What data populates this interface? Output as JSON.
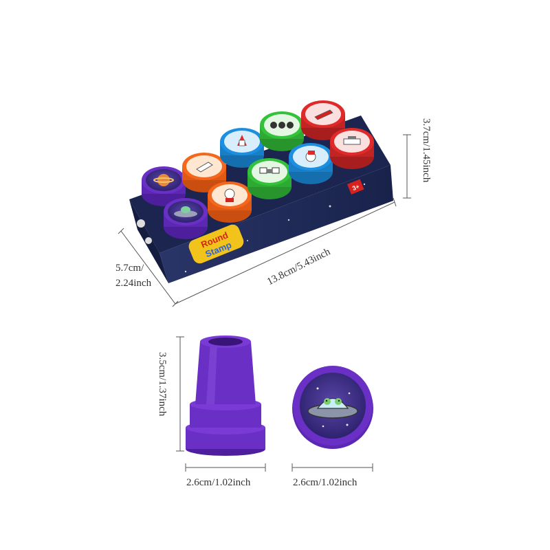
{
  "dimensions": {
    "box_length": "13.8cm/5.43inch",
    "box_width_cm": "5.7cm/",
    "box_width_in": "2.24inch",
    "box_height": "3.7cm/1.45inch",
    "stamp_height": "3.5cm/1.37inch",
    "stamp_diameter_side": "2.6cm/1.02inch",
    "stamp_diameter_top": "2.6cm/1.02inch"
  },
  "box_print": {
    "logo_line1": "Round",
    "logo_line2": "Stamp",
    "age_badge": "3+"
  },
  "colors": {
    "purple": "#6a2fc4",
    "orange": "#f4671c",
    "blue": "#1c8fe0",
    "green": "#34c23a",
    "red": "#e02a2a",
    "box_navy": "#1f2a52"
  },
  "stamps": [
    {
      "color": "purple",
      "icon": "planet-icon"
    },
    {
      "color": "purple",
      "icon": "ufo-icon"
    },
    {
      "color": "orange",
      "icon": "space-shuttle-icon"
    },
    {
      "color": "orange",
      "icon": "astronaut-icon"
    },
    {
      "color": "blue",
      "icon": "rocket-icon"
    },
    {
      "color": "green",
      "icon": "satellite-icon"
    },
    {
      "color": "green",
      "icon": "rover-icon"
    },
    {
      "color": "blue",
      "icon": "astronaut-flag-icon"
    },
    {
      "color": "red",
      "icon": "rocket-launch-icon"
    },
    {
      "color": "red",
      "icon": "space-station-icon"
    }
  ]
}
